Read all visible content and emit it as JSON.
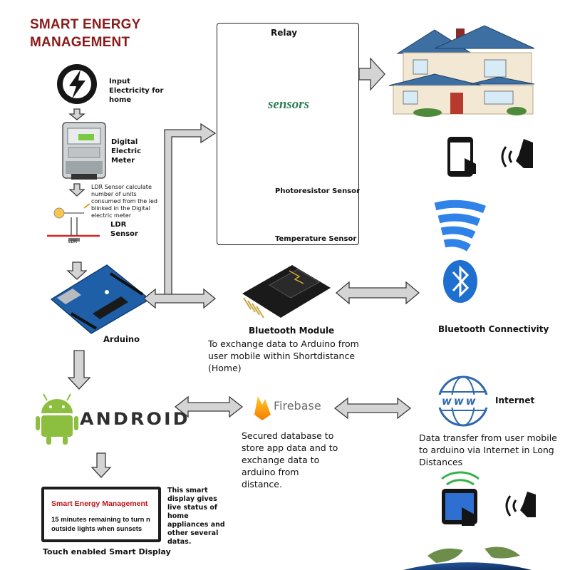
{
  "title": "SMART ENERGY MANAGEMENT",
  "input": {
    "label": "Input Electricity for home"
  },
  "meter": {
    "label": "Digital Electric Meter"
  },
  "ldr": {
    "note": "LDR Sensor calculate number of units consumed from the led blinked in the Digital electric meter",
    "label": "LDR Sensor",
    "diagram_text": "LDR"
  },
  "arduino": {
    "label": "Arduino"
  },
  "panel": {
    "relay_title": "Relay",
    "sensors_title": "sensors",
    "photo_label": "Photoresistor Sensor",
    "temp_label": "Temperature Sensor"
  },
  "bluetooth_module": {
    "label": "Bluetooth Module",
    "description": "To exchange data to Arduino from user mobile within Shortdistance (Home)"
  },
  "bluetooth": {
    "label": "Bluetooth Connectivity"
  },
  "android": {
    "label": "ANDROID"
  },
  "firebase": {
    "label": "Firebase",
    "description": "Secured database to store app data and to exchange data to arduino from distance."
  },
  "internet": {
    "label": "Internet",
    "globe_text": "www",
    "description": "Data transfer from user mobile to arduino via Internet in Long Distances"
  },
  "display": {
    "header": "Smart Energy Management",
    "message": "15 minutes remaining to turn n outside lights when sunsets",
    "note": "This smart display gives live status of home appliances and other several datas.",
    "caption": "Touch enabled Smart Display"
  },
  "colors": {
    "title": "#8a1a1a",
    "arrow_fill": "#d4d4d4",
    "arrow_stroke": "#3a3a3a",
    "bluetooth": "#1f6fd1",
    "wifi": "#2f82e8",
    "android": "#8cbf3f",
    "firebase": "#f5a623",
    "pcb_blue": "#1e5fa8"
  }
}
